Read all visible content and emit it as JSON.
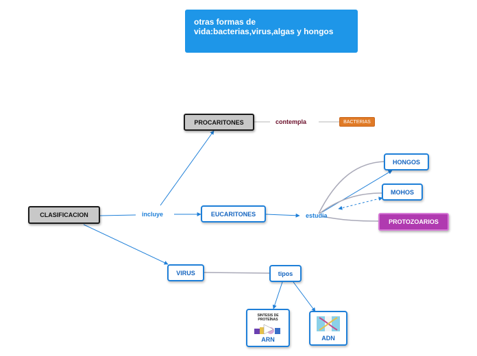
{
  "title": "otras formas de vida:bacterias,virus,algas y hongos",
  "nodes": {
    "clasificacion": "CLASIFICACION",
    "procaritones": "PROCARITONES",
    "eucaritones": "EUCARITONES",
    "virus": "VIRUS",
    "bacterias": "BACTERIAS",
    "hongos": "HONGOS",
    "mohos": "MOHOS",
    "protozoarios": "PROTOZOARIOS",
    "tipos": "tipos",
    "arn": "ARN",
    "adn": "ADN"
  },
  "labels": {
    "incluye": "incluye",
    "contempla": "contempla",
    "estudia": "estudia"
  },
  "thumbnails": {
    "arn_caption": "SÍNTESIS DE PROTEÍNAS"
  },
  "colors": {
    "title_bg": "#1e96e8",
    "node_border_blue": "#1e7fd8",
    "gray_node": "#c8c8c8",
    "protozoarios_bg": "#b03ab0",
    "bacterias_bg": "#e07a26",
    "contempla_text": "#6a0f2a"
  }
}
